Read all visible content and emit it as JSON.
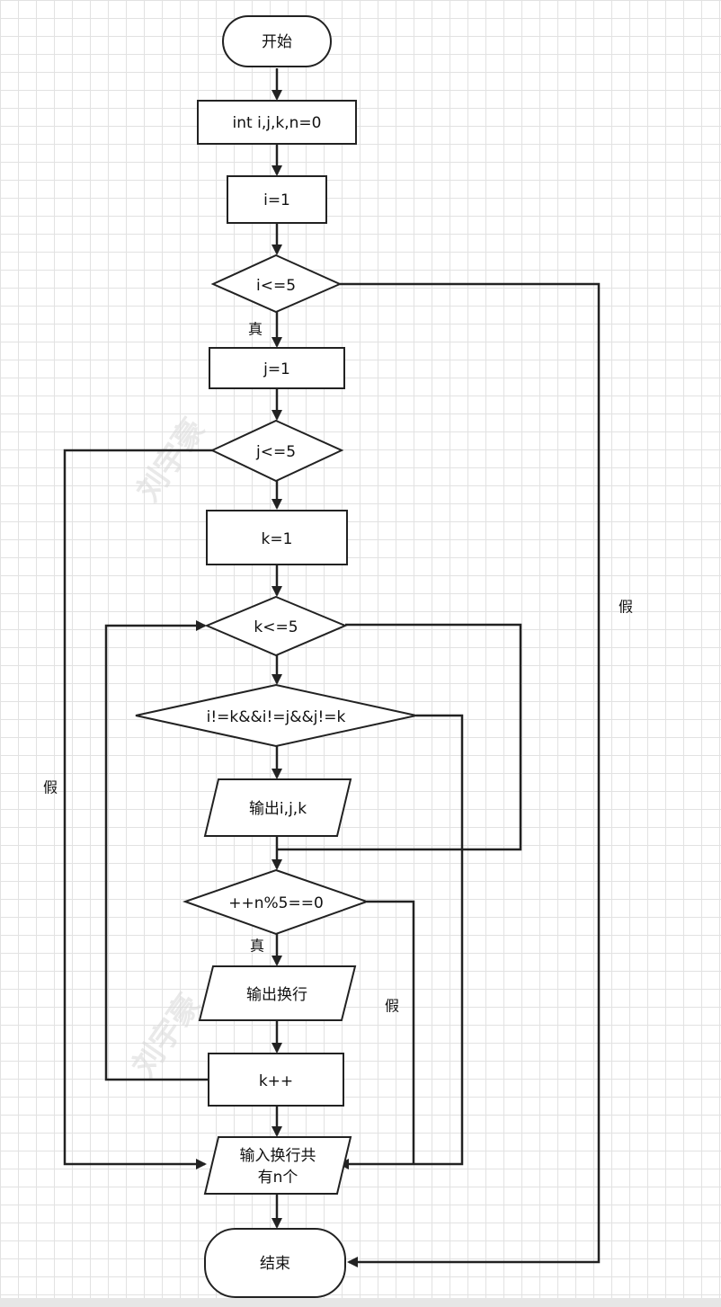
{
  "diagram": {
    "nodes": {
      "start": "开始",
      "init": "int i,j,k,n=0",
      "i_init": "i=1",
      "i_cond": "i<=5",
      "j_init": "j=1",
      "j_cond": "j<=5",
      "k_init": "k=1",
      "k_cond": "k<=5",
      "distinct_cond": "i!=k&&i!=j&&j!=k",
      "print_ijk": "输出i,j,k",
      "count_cond": "++n%5==0",
      "print_newline": "输出换行",
      "k_inc": "k++",
      "print_total_line1": "输入换行共",
      "print_total_line2": "有n个",
      "end": "结束"
    },
    "edge_labels": {
      "i_true": "真",
      "i_false": "假",
      "j_false": "假",
      "count_true": "真",
      "count_false": "假"
    }
  },
  "watermark": {
    "text": "刘宇豪"
  }
}
